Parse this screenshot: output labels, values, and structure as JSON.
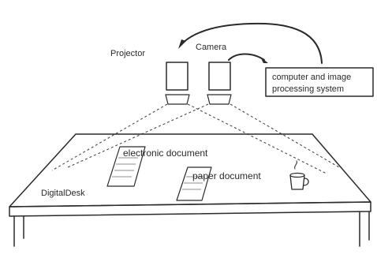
{
  "labels": {
    "projector": "Projector",
    "camera": "Camera",
    "system_line1": "computer and image",
    "system_line2": "processing system",
    "electronic_document": "electronic document",
    "paper_document": "paper document",
    "desk": "DigitalDesk"
  },
  "icons": {
    "projector": "projector-icon",
    "camera": "camera-icon",
    "cup": "coffee-cup-icon"
  },
  "colors": {
    "ink": "#2a2a2a",
    "background": "#ffffff"
  }
}
